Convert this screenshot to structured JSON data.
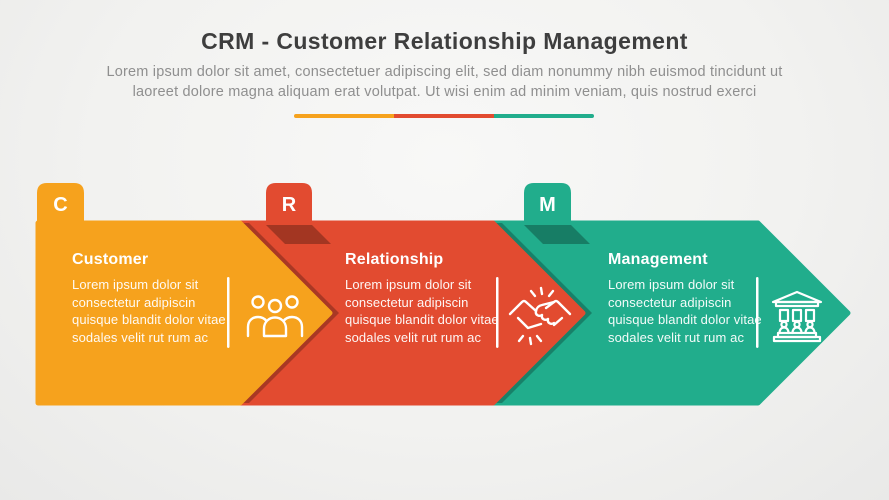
{
  "header": {
    "title": "CRM - Customer Relationship Management",
    "subtitle": "Lorem ipsum dolor sit amet, consectetuer adipiscing elit, sed diam nonummy nibh euismod tincidunt ut laoreet dolore magna aliquam erat volutpat. Ut wisi enim ad minim veniam, quis nostrud exerci"
  },
  "divider_colors": {
    "first": "#F6A21D",
    "second": "#E24B30",
    "third": "#21AD8C"
  },
  "steps": [
    {
      "letter": "C",
      "title": "Customer",
      "body": "Lorem ipsum dolor sit consectetur adipiscin quisque blandit dolor vitae sodales velit rut rum ac",
      "color": "#F6A21D",
      "icon": "people-group-icon"
    },
    {
      "letter": "R",
      "title": "Relationship",
      "body": "Lorem ipsum dolor sit consectetur adipiscin quisque blandit dolor vitae sodales velit rut rum ac",
      "color": "#E24B30",
      "icon": "handshake-icon"
    },
    {
      "letter": "M",
      "title": "Management",
      "body": "Lorem ipsum dolor sit consectetur adipiscin quisque blandit dolor vitae sodales velit rut rum ac",
      "color": "#21AD8C",
      "icon": "bank-building-icon"
    }
  ]
}
